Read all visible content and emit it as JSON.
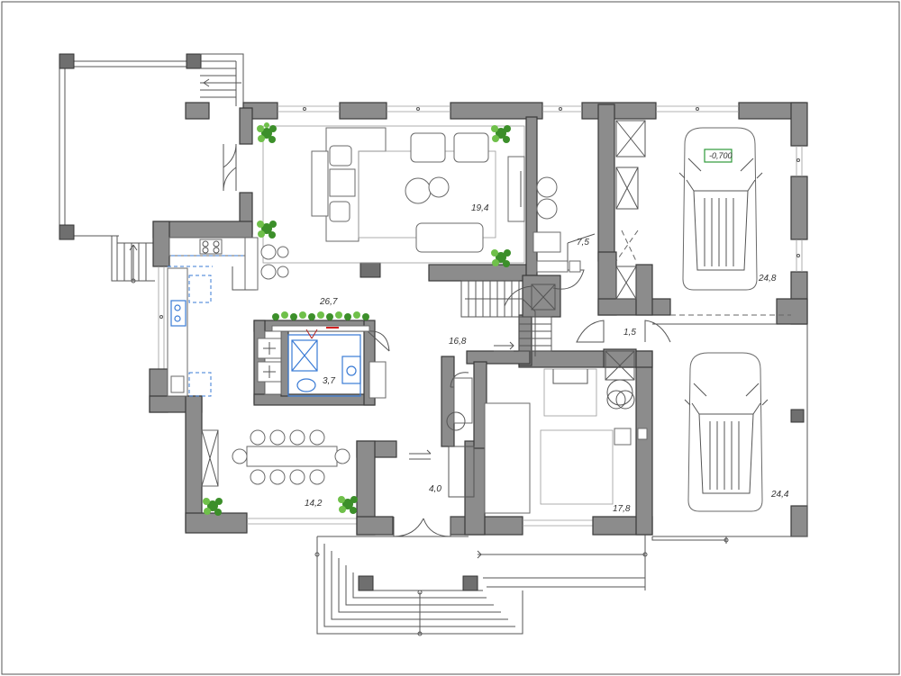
{
  "rooms": {
    "living": "19,4",
    "kitchen_dining": "26,7",
    "storage": "7,5",
    "bathroom": "3,7",
    "hall": "16,8",
    "vestibule": "1,5",
    "entry": "4,0",
    "dining": "14,2",
    "utility": "17,8",
    "garage_top": "24,8",
    "garage_bottom": "24,4"
  },
  "garage_level": "-0,700",
  "colors": {
    "wall": "#8c8c8c",
    "plant": "#3c8f2a",
    "plumbing": "#3a7bd5",
    "level_marker": "#2e9a3a"
  }
}
